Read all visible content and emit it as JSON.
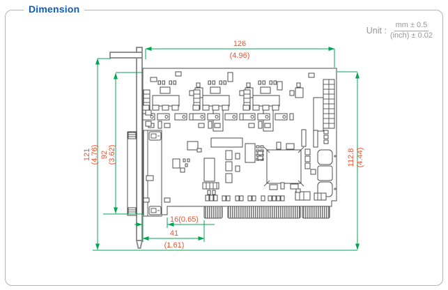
{
  "title": "Dimension",
  "unit": {
    "label": "Unit :",
    "mm": "mm ± 0.5",
    "inch": "(inch) ± 0.02"
  },
  "dims": {
    "width_mm": "126",
    "width_in": "(4.96)",
    "bracket_h_mm": "121",
    "bracket_h_in": "(4.76)",
    "io_h_mm": "92",
    "io_h_in": "(3.62)",
    "card_h_mm": "112.8",
    "card_h_in": "(4.44)",
    "tab_offset": "16(0.65)",
    "conn_offset_mm": "41",
    "conn_offset_in": "(1.61)"
  },
  "colors": {
    "title_blue": "#0b5cb5",
    "dimension_line_green": "#00A651",
    "dimension_text_red": "#F4502D",
    "drawing_gray": "#4d4d4d"
  }
}
